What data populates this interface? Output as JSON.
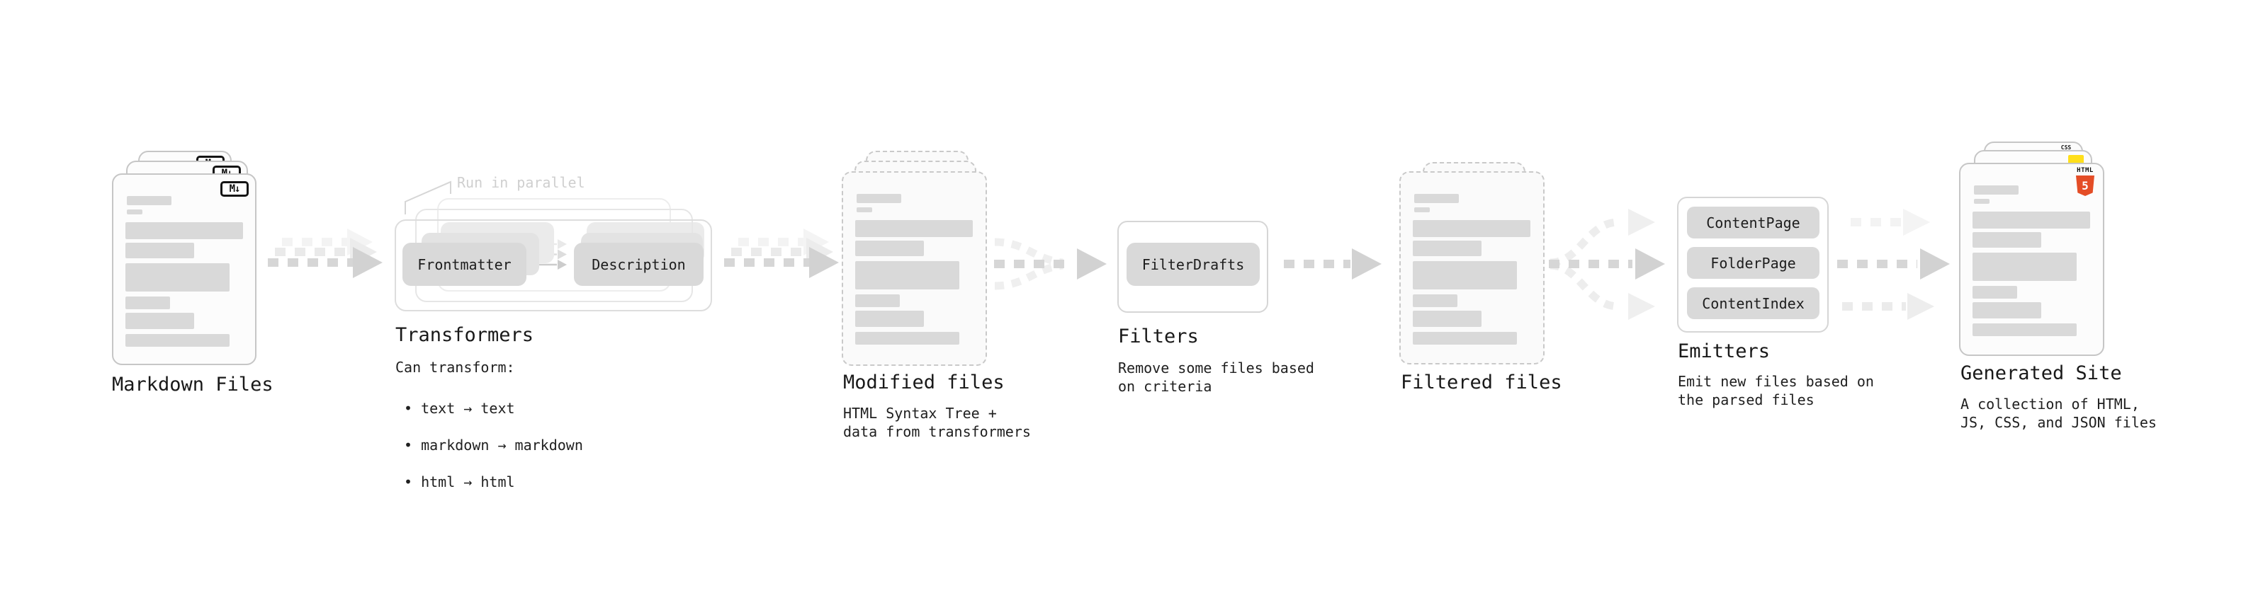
{
  "markdown_files": {
    "label": "Markdown Files",
    "badge": "M↓"
  },
  "transformers": {
    "note": "Run in parallel",
    "pill_left": "Frontmatter",
    "pill_right": "Description",
    "label": "Transformers",
    "caption_title": "Can transform:",
    "bullets": [
      "• text → text",
      "• markdown → markdown",
      "• html → html"
    ]
  },
  "modified_files": {
    "label": "Modified files",
    "caption": "HTML Syntax Tree +\ndata from transformers"
  },
  "filters": {
    "pill": "FilterDrafts",
    "label": "Filters",
    "caption": "Remove some files based\non criteria"
  },
  "filtered_files": {
    "label": "Filtered files"
  },
  "emitters": {
    "pills": [
      "ContentPage",
      "FolderPage",
      "ContentIndex"
    ],
    "label": "Emitters",
    "caption": "Emit new files based on\nthe parsed files"
  },
  "generated_site": {
    "label": "Generated Site",
    "caption": "A collection of HTML,\nJS, CSS, and JSON files",
    "css_badge": "CSS",
    "html_badge_title": "HTML",
    "html_badge_number": "5"
  },
  "colors": {
    "css_blue": "#2968e8",
    "js_yellow": "#ffdf1b",
    "html_orange": "#e44d26",
    "html_orange_light": "#f16529"
  }
}
